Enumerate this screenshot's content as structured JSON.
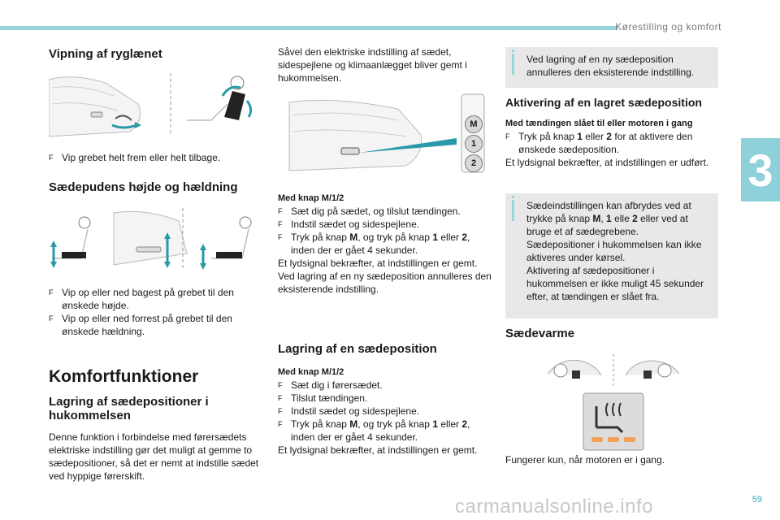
{
  "header": {
    "title": "Kørestilling og komfort",
    "chapter": "3",
    "page": "59"
  },
  "watermark": "carmanualsonline.info",
  "col1": {
    "s1_title": "Vipning af ryglænet",
    "s1_item": "Vip grebet helt frem eller helt tilbage.",
    "s2_title": "Sædepudens højde og hældning",
    "s2_items": [
      "Vip op eller ned bagest på grebet til den ønskede højde.",
      "Vip op eller ned forrest på grebet til den ønskede hældning."
    ],
    "s3_title": "Komfortfunktioner",
    "s4_title": "Lagring af sædepositioner i hukommelsen",
    "s4_text": "Denne funktion i forbindelse med førersædets elektriske indstilling gør det muligt at gemme to sædepositioner, så det er nemt at indstille sædet ved hyppige førerskift."
  },
  "col2": {
    "intro": "Såvel den elektriske indstilling af sædet, sidespejlene og klimaanlægget bliver gemt i hukommelsen.",
    "buttons": [
      "M",
      "1",
      "2"
    ],
    "block1_head": "Med knap M/1/2",
    "block1_items": [
      "Sæt dig på sædet, og tilslut tændingen.",
      "Indstil sædet og sidespejlene."
    ],
    "block1_item3": {
      "a": "Tryk på knap ",
      "b": "M",
      "c": ", og tryk på knap ",
      "d": "1",
      "e": " eller ",
      "f": "2",
      "g": ",",
      "h": "inden der er gået 4 sekunder."
    },
    "block1_after": "Et lydsignal bekræfter, at indstillingen er gemt. Ved lagring af en ny sædeposition annulleres den eksisterende indstilling.",
    "s_title": "Lagring af en sædeposition",
    "block2_head": "Med knap M/1/2",
    "block2_items": [
      "Sæt dig i førersædet.",
      "Tilslut tændingen.",
      "Indstil sædet og sidespejlene."
    ],
    "block2_after": "Et lydsignal bekræfter, at indstillingen er gemt."
  },
  "col3": {
    "note1": "Ved lagring af en ny sædeposition annulleres den eksisterende indstilling.",
    "s1_title": "Aktivering af en lagret sædeposition",
    "s1_head": "Med tændingen slået til eller motoren i gang",
    "s1_item": {
      "a": "Tryk på knap ",
      "b": "1",
      "c": " eller ",
      "d": "2",
      "e": " for at aktivere den ønskede sædeposition."
    },
    "s1_after": "Et lydsignal bekræfter, at indstillingen er udført.",
    "note2_a": {
      "a": "Sædeindstillingen kan afbrydes ved at trykke på knap ",
      "b": "M",
      "c": ", ",
      "d": "1",
      "e": " elle ",
      "f": "2",
      "g": " eller ved at bruge et af sædegrebene."
    },
    "note2_b": "Sædepositioner i hukommelsen kan ikke aktiveres under kørsel.",
    "note2_c": "Aktivering af sædepositioner i hukommelsen er ikke muligt 45 sekunder efter, at tændingen er slået fra.",
    "s2_title": "Sædevarme",
    "s2_text": "Fungerer kun, når motoren er i gang."
  },
  "bullet_glyph": "F",
  "colors": {
    "accent": "#9ad5dd",
    "arrow": "#2a9aa8",
    "note_bg": "#e8e8e8",
    "heater_orange": "#f2a05a"
  }
}
